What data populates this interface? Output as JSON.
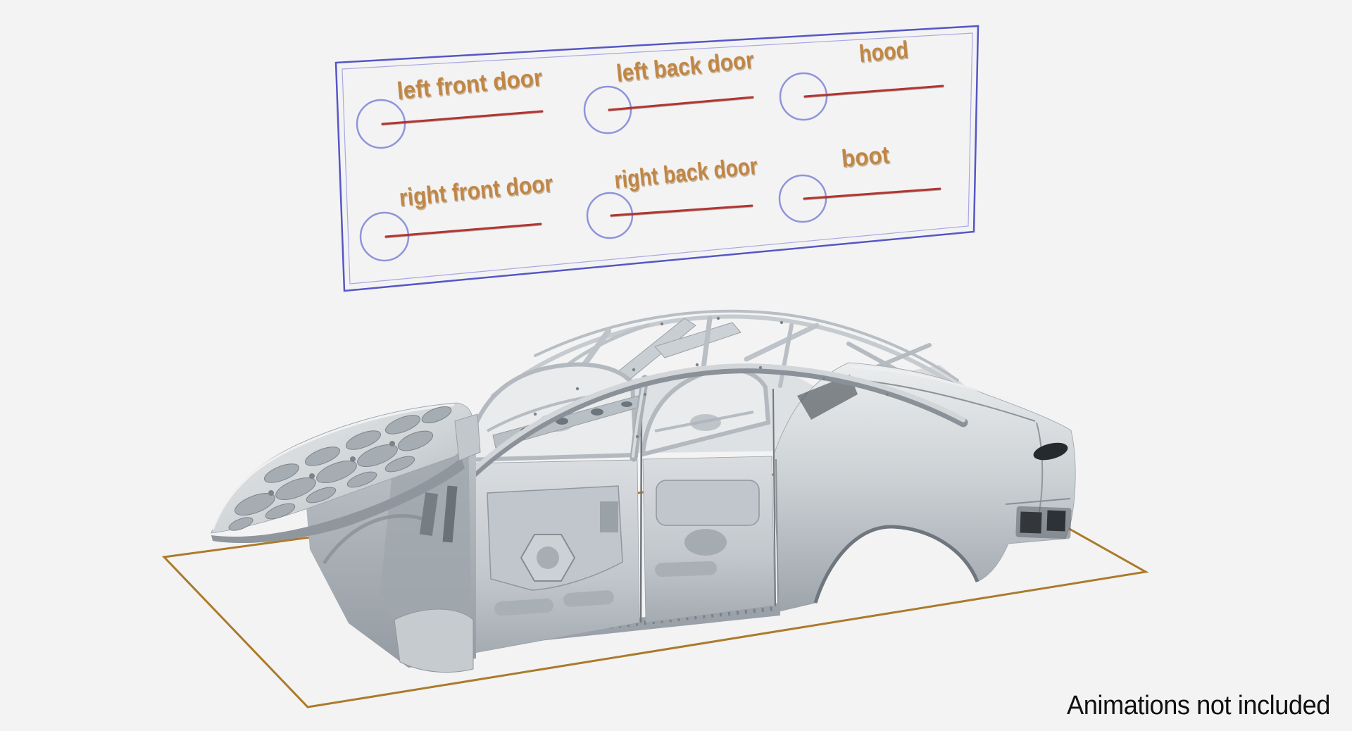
{
  "scene": {
    "background_color": "#f3f3f4",
    "footer_note": "Animations not included",
    "footer_note_color": "#101010"
  },
  "annotation_panel": {
    "border_color": "#5656c5",
    "border_inner_color": "#9a9adf",
    "label_color": "#c18643",
    "circle_color": "#8f94da",
    "line_color": "#b23530",
    "labels": [
      {
        "id": "left-front-door",
        "text": "left front door"
      },
      {
        "id": "left-back-door",
        "text": "left back door"
      },
      {
        "id": "hood",
        "text": "hood"
      },
      {
        "id": "right-front-door",
        "text": "right front door"
      },
      {
        "id": "right-back-door",
        "text": "right back door"
      },
      {
        "id": "boot",
        "text": "boot"
      }
    ]
  },
  "ground_plane": {
    "outline_color": "#ab7b2b"
  },
  "model": {
    "body_color": "#c9cdd1"
  }
}
